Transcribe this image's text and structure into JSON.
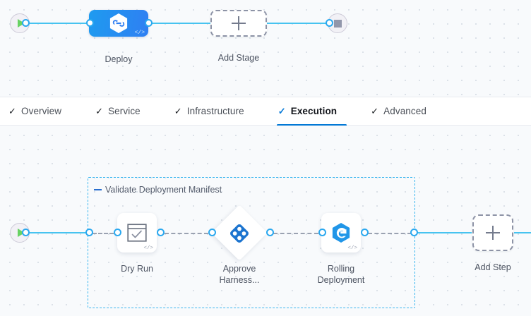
{
  "colors": {
    "accent_blue": "#0278d5",
    "connector_cyan": "#47c3f0",
    "node_blue": "#2f7ff2",
    "dashed_group": "#3ab6ef",
    "start_green": "#68d263",
    "canvas_bg": "#f8fafc"
  },
  "stage_canvas": {
    "start_node": {
      "icon": "play-icon"
    },
    "end_node": {
      "icon": "stop-icon"
    },
    "nodes": [
      {
        "id": "deploy",
        "label": "Deploy",
        "icon": "harness-hexagon-icon",
        "badge": "</>",
        "type": "stage"
      },
      {
        "id": "add-stage",
        "label": "Add Stage",
        "icon": "plus-icon",
        "type": "add"
      }
    ]
  },
  "tabs": {
    "items": [
      {
        "label": "Overview",
        "check": "✓",
        "active": false
      },
      {
        "label": "Service",
        "check": "✓",
        "active": false
      },
      {
        "label": "Infrastructure",
        "check": "✓",
        "active": false
      },
      {
        "label": "Execution",
        "check": "✓",
        "active": true
      },
      {
        "label": "Advanced",
        "check": "✓",
        "active": false
      }
    ]
  },
  "execution_canvas": {
    "start_node": {
      "icon": "play-icon"
    },
    "step_group": {
      "title": "Validate Deployment Manifest",
      "collapse_icon": "minus-icon",
      "steps": [
        {
          "id": "dry-run",
          "label": "Dry Run",
          "icon": "shell-script-icon",
          "badge": "</>",
          "shape": "rounded-square"
        },
        {
          "id": "approve-harness",
          "label": "Approve\nHarness...",
          "icon": "approval-diamond-icon",
          "shape": "diamond"
        },
        {
          "id": "rolling-deployment",
          "label": "Rolling\nDeployment",
          "icon": "rolling-deploy-icon",
          "badge": "</>",
          "shape": "rounded-square"
        }
      ]
    },
    "add_step": {
      "label": "Add Step",
      "icon": "plus-icon"
    }
  }
}
